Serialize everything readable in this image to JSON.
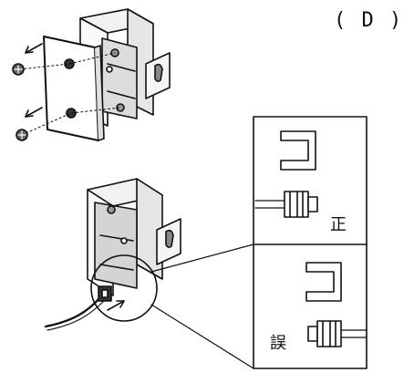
{
  "figure": {
    "label": "( D )"
  },
  "callout": {
    "correct_label": "正",
    "wrong_label": "誤"
  },
  "icons": [
    "screw-icon",
    "cover-plate-icon",
    "junction-box-icon",
    "mounting-bracket-icon",
    "connector-icon",
    "cable-icon",
    "arrow-icon"
  ],
  "colors": {
    "stroke": "#111111",
    "fill_light": "#f2f2f2",
    "fill_mid": "#d9d9d9",
    "fill_dark": "#555555",
    "background": "#ffffff"
  }
}
